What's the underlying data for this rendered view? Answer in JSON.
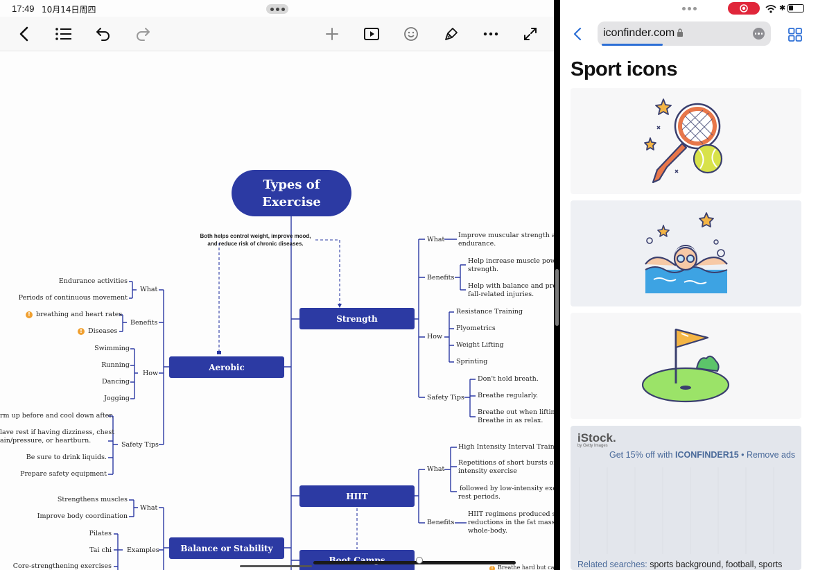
{
  "status": {
    "time": "17:49",
    "date": "10月14日周四"
  },
  "mindmap": {
    "root": "Types of Exercise",
    "root_lines": [
      "Types of",
      "Exercise"
    ],
    "note": "Both helps control weight, improve mood,\nand reduce risk of chronic diseases.",
    "nodes": {
      "aerobic": "Aerobic",
      "strength": "Strength",
      "hiit": "HIIT",
      "balance": "Balance or Stability",
      "bootcamp": "Boot Camps"
    },
    "labels": {
      "what": "What",
      "benefits": "Benefits",
      "how": "How",
      "safety_tips": "Safety Tips",
      "examples": "Examples"
    },
    "aerobic": {
      "what": [
        "Endurance activities",
        "Periods of continuous movement"
      ],
      "benefits": [
        "breathing and heart rates",
        "Diseases"
      ],
      "how": [
        "Swimming",
        "Running",
        "Dancing",
        "Jogging"
      ],
      "safety": [
        "rm up before and cool down after.",
        "lave rest if having dizziness, chest",
        "ain/pressure, or heartburn.",
        "Be sure to drink liquids.",
        "Prepare safety equipment"
      ]
    },
    "balance": {
      "what": [
        "Strengthens muscles",
        "Improve body coordination"
      ],
      "examples": [
        "Pilates",
        "Tai chi",
        "Core-strengthening exercises"
      ]
    },
    "strength": {
      "what": [
        "Improve muscular strength and",
        "endurance."
      ],
      "benefits": [
        "Help increase muscle powe",
        "strength.",
        "Help with balance and preve",
        "fall-related injuries."
      ],
      "how": [
        "Resistance Training",
        "Plyometrics",
        "Weight Lifting",
        "Sprinting"
      ],
      "safety": [
        "Don't hold breath.",
        "Breathe regularly.",
        "Breathe out when lifting",
        "Breathe in as relax."
      ]
    },
    "hiit": {
      "what": [
        "High Intensity Interval Trainin",
        "Repetitions of short bursts of h",
        "intensity exercise",
        "followed by low-intensity exer",
        "rest periods."
      ],
      "benefits": [
        "HIIT regimens produced sig",
        "reductions in the fat mass o",
        "whole-body."
      ]
    },
    "bootcamp_tip": "Breathe hard but ca"
  },
  "browser": {
    "url": "iconfinder.com",
    "page_title": "Sport icons",
    "icons": [
      "tennis-racket-icon",
      "swimmer-icon",
      "golf-flag-icon"
    ],
    "ad": {
      "brand": "iStock.",
      "brand_sub": "by Getty Images",
      "offer_prefix": "Get 15% off with ",
      "code": "ICONFINDER15",
      "separator": " • ",
      "remove": "Remove ads"
    },
    "related_label": "Related searches:",
    "related_terms": "sports background, football, sports"
  },
  "colors": {
    "node": "#2c3aa3",
    "link": "#2d6fd6",
    "record": "#e0263a"
  }
}
